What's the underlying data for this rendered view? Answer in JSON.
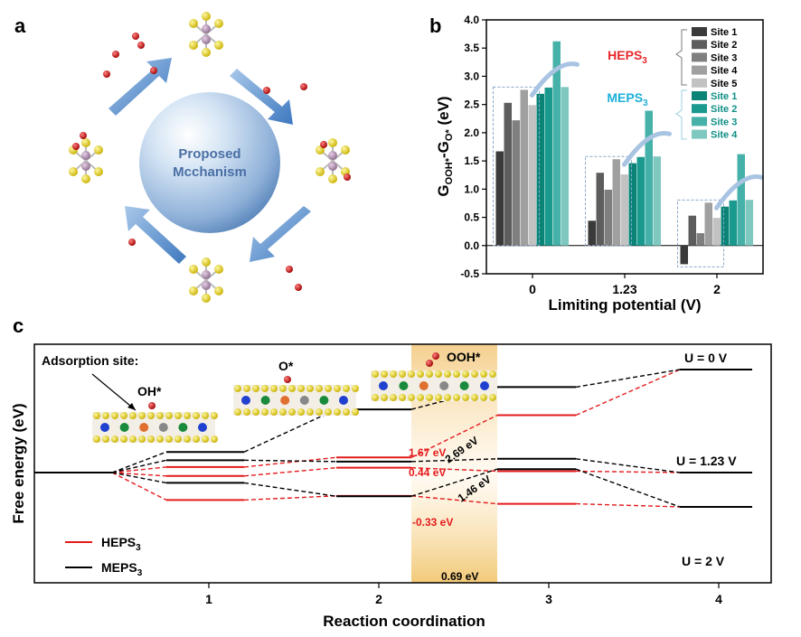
{
  "panels": {
    "a": "a",
    "b": "b",
    "c": "c"
  },
  "mechanism": {
    "label_line1": "Proposed",
    "label_line2": "Mcchanism"
  },
  "colors": {
    "heps": "#e41a1c",
    "meps": "#000000",
    "heps_label": "#e8282b",
    "meps_label": "#1cb0d8",
    "highlight": "#f0c060"
  },
  "chart_data": [
    {
      "type": "bar",
      "panel": "b",
      "xlabel": "Limiting potential (V)",
      "ylabel": "G",
      "ylabel_sub1": "OOH*",
      "ylabel_mid": "-G",
      "ylabel_sub2": "O*",
      "ylabel_tail": " (eV)",
      "ylim": [
        -0.5,
        4.0
      ],
      "yticks": [
        "-0.5",
        "0.0",
        "0.5",
        "1.0",
        "1.5",
        "2.0",
        "2.5",
        "3.0",
        "3.5",
        "4.0"
      ],
      "categories": [
        "0",
        "1.23",
        "2"
      ],
      "group_labels": {
        "heps": "HEPS",
        "heps_sub": "3",
        "meps": "MEPS",
        "meps_sub": "3"
      },
      "series": [
        {
          "name": "Site 1",
          "group": "heps",
          "color": "#3a3a3a",
          "values": [
            1.67,
            0.44,
            -0.33
          ]
        },
        {
          "name": "Site 2",
          "group": "heps",
          "color": "#5d5d5d",
          "values": [
            2.53,
            1.29,
            0.53
          ]
        },
        {
          "name": "Site 3",
          "group": "heps",
          "color": "#7f7f7f",
          "values": [
            2.22,
            0.99,
            0.22
          ]
        },
        {
          "name": "Site 4",
          "group": "heps",
          "color": "#a0a0a0",
          "values": [
            2.76,
            1.53,
            0.76
          ]
        },
        {
          "name": "Site 5",
          "group": "heps",
          "color": "#c2c2c2",
          "values": [
            2.49,
            1.26,
            0.49
          ]
        },
        {
          "name": "Site 1",
          "group": "meps",
          "color": "#0b8478",
          "values": [
            2.69,
            1.46,
            0.69
          ]
        },
        {
          "name": "Site 2",
          "group": "meps",
          "color": "#1a9a8e",
          "values": [
            2.8,
            1.57,
            0.8
          ]
        },
        {
          "name": "Site 3",
          "group": "meps",
          "color": "#46b1a8",
          "values": [
            3.62,
            2.39,
            1.62
          ]
        },
        {
          "name": "Site 4",
          "group": "meps",
          "color": "#7ec8c0",
          "values": [
            2.81,
            1.58,
            0.81
          ]
        }
      ]
    },
    {
      "type": "line",
      "panel": "c",
      "xlabel": "Reaction coordination",
      "ylabel": "Free energy (eV)",
      "xticks": [
        "1",
        "2",
        "3",
        "4"
      ],
      "series": [
        {
          "name": "HEPS",
          "name_sub": "3",
          "color": "#e41a1c",
          "levels": {
            "U0": [
              0,
              0.16,
              0.44,
              1.67,
              3.0
            ],
            "U123": [
              0,
              -0.1,
              0.14,
              0.04,
              0.0
            ],
            "U2": [
              0,
              -0.8,
              -0.68,
              -0.91,
              -1.0
            ]
          }
        },
        {
          "name": "MEPS",
          "name_sub": "3",
          "color": "#000000",
          "levels": {
            "U0": [
              0,
              0.6,
              1.84,
              2.49,
              3.0
            ],
            "U123": [
              0,
              0.36,
              0.32,
              0.4,
              0.0
            ],
            "U2": [
              0,
              -0.3,
              -0.69,
              0.1,
              -1.0
            ]
          }
        }
      ],
      "potential_labels": [
        "U = 0 V",
        "U = 1.23 V",
        "U = 2 V"
      ],
      "annotations": {
        "heps_u0": "1.67 eV",
        "meps_u0": "2.69 eV",
        "heps_u123": "0.44 eV",
        "meps_u123": "1.46 eV",
        "heps_u2": "-0.33 eV",
        "meps_u2": "0.69 eV"
      },
      "adsorption_label": "Adsorption site:",
      "species": {
        "oh": "OH*",
        "o": "O*",
        "ooh": "OOH*"
      }
    }
  ]
}
